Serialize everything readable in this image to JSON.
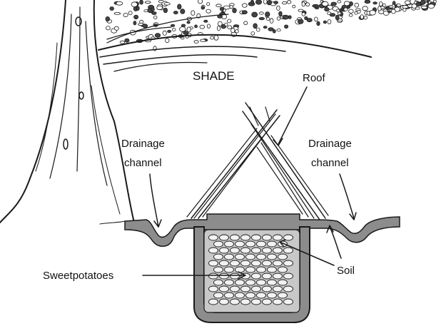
{
  "diagram": {
    "labels": {
      "shade": "SHADE",
      "roof": "Roof",
      "drainage_left": [
        "Drainage",
        "channel"
      ],
      "drainage_right": [
        "Drainage",
        "channel"
      ],
      "sweetpotatoes": "Sweetpotatoes",
      "soil": "Soil"
    },
    "colors": {
      "ink": "#1a1a1a",
      "soil_fill": "#8c8c8c",
      "pit_fill": "#c8c8c8",
      "tuber_fill": "#f2f2f2"
    }
  }
}
